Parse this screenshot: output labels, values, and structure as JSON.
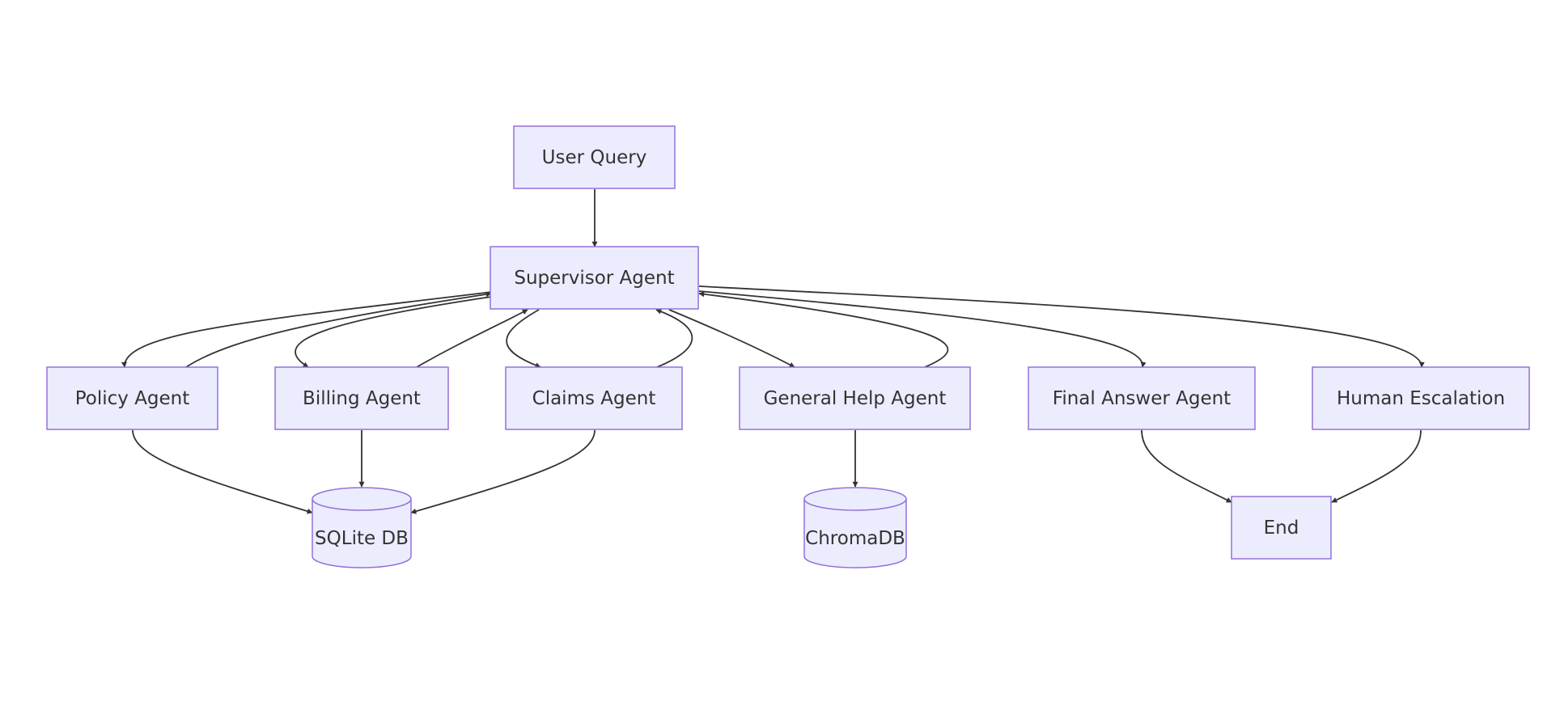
{
  "diagram": {
    "type": "flowchart",
    "colors": {
      "node_fill": "#ECECFF",
      "node_stroke": "#9370DB",
      "edge": "#333333",
      "text": "#333333"
    },
    "nodes": {
      "user_query": "User Query",
      "supervisor": "Supervisor Agent",
      "policy": "Policy Agent",
      "billing": "Billing Agent",
      "claims": "Claims Agent",
      "general_help": "General Help Agent",
      "final_answer": "Final Answer Agent",
      "human_escalation": "Human Escalation",
      "sqlite": "SQLite DB",
      "chromadb": "ChromaDB",
      "end": "End"
    },
    "edges": [
      {
        "from": "User Query",
        "to": "Supervisor Agent"
      },
      {
        "from": "Supervisor Agent",
        "to": "Policy Agent"
      },
      {
        "from": "Policy Agent",
        "to": "Supervisor Agent"
      },
      {
        "from": "Supervisor Agent",
        "to": "Billing Agent"
      },
      {
        "from": "Billing Agent",
        "to": "Supervisor Agent"
      },
      {
        "from": "Supervisor Agent",
        "to": "Claims Agent"
      },
      {
        "from": "Claims Agent",
        "to": "Supervisor Agent"
      },
      {
        "from": "Supervisor Agent",
        "to": "General Help Agent"
      },
      {
        "from": "General Help Agent",
        "to": "Supervisor Agent"
      },
      {
        "from": "Supervisor Agent",
        "to": "Final Answer Agent"
      },
      {
        "from": "Supervisor Agent",
        "to": "Human Escalation"
      },
      {
        "from": "Policy Agent",
        "to": "SQLite DB"
      },
      {
        "from": "Billing Agent",
        "to": "SQLite DB"
      },
      {
        "from": "Claims Agent",
        "to": "SQLite DB"
      },
      {
        "from": "General Help Agent",
        "to": "ChromaDB"
      },
      {
        "from": "Final Answer Agent",
        "to": "End"
      },
      {
        "from": "Human Escalation",
        "to": "End"
      }
    ]
  }
}
